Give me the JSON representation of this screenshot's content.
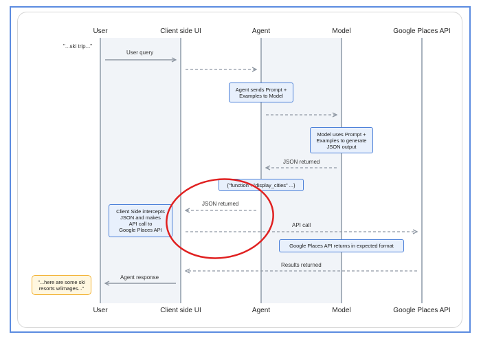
{
  "actors_top": [
    {
      "id": "user",
      "label": "User"
    },
    {
      "id": "client",
      "label": "Client side UI"
    },
    {
      "id": "agent",
      "label": "Agent"
    },
    {
      "id": "model",
      "label": "Model"
    },
    {
      "id": "places",
      "label": "Google Places API"
    }
  ],
  "actors_bottom": [
    {
      "id": "user",
      "label": "User"
    },
    {
      "id": "client",
      "label": "Client side UI"
    },
    {
      "id": "agent",
      "label": "Agent"
    },
    {
      "id": "model",
      "label": "Model"
    },
    {
      "id": "places",
      "label": "Google Places API"
    }
  ],
  "user_utterance": "\"...ski trip...\"",
  "messages": {
    "user_query": "User query",
    "json_returned_model": "JSON returned",
    "json_returned_agent": "JSON returned",
    "api_call": "API call",
    "results_returned": "Results returned",
    "agent_response": "Agent response"
  },
  "notes": {
    "agent_sends": "Agent sends Prompt +\nExamples to Model",
    "model_uses": "Model uses Prompt +\nExamples to generate\nJSON output",
    "function_json": "{\"function\": \"display_cities\" ...}",
    "client_intercepts": "Client Side intercepts\nJSON and makes\nAPI call to\nGoogle Places API",
    "places_returns": "Google Places API returns in expected format",
    "final_response": "\"...here are some ski\nresorts w/images...\""
  },
  "colors": {
    "frame": "#5b8be0",
    "note_fill": "#e8f0fc",
    "note_border": "#4a7fd8",
    "highlight_circle": "#e02020",
    "response_border": "#f2b233"
  }
}
